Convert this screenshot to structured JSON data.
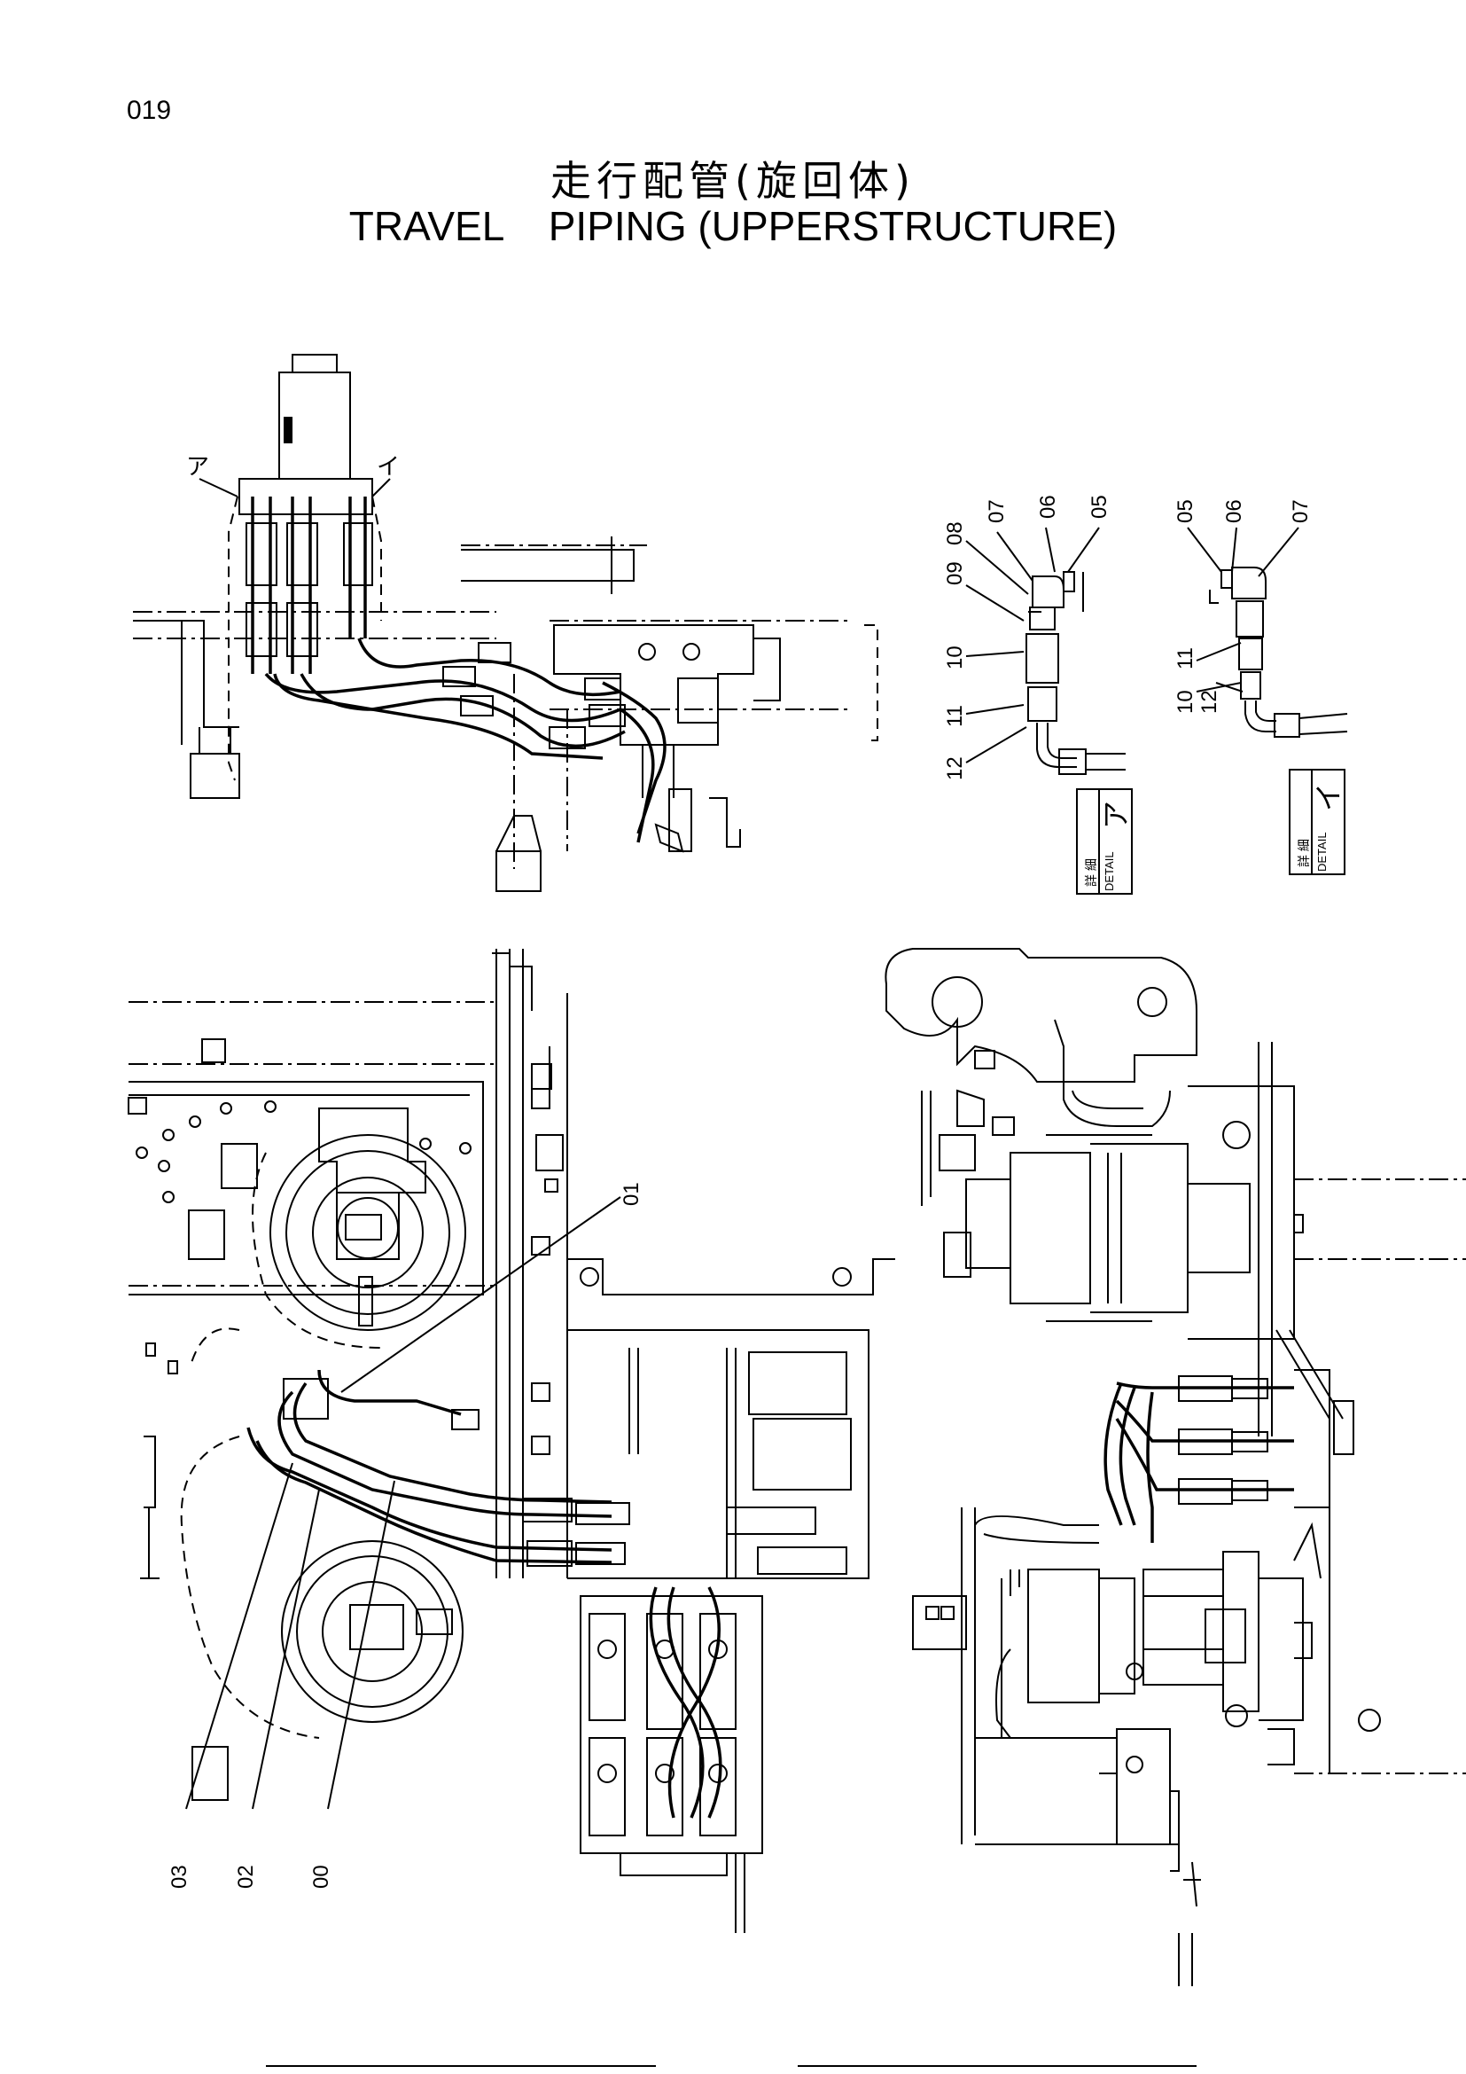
{
  "page": {
    "number": "019",
    "title_jp": "走行配管(旋回体)",
    "title_en": "TRAVEL    PIPING (UPPERSTRUCTURE)"
  },
  "callouts": {
    "top_view": {
      "left_tag": "ア",
      "right_tag": "イ"
    },
    "detail_a": {
      "part_numbers": [
        "08",
        "07",
        "06",
        "05",
        "09",
        "10",
        "11",
        "12"
      ],
      "label_jp": "詳 細",
      "label_en": "DETAIL",
      "tag": "ア"
    },
    "detail_b": {
      "part_numbers": [
        "05",
        "06",
        "07",
        "11",
        "10",
        "12"
      ],
      "label_jp": "詳 細",
      "label_en": "DETAIL",
      "tag": "イ"
    },
    "main_view": {
      "part_numbers": [
        "01",
        "03",
        "02",
        "00"
      ]
    }
  }
}
